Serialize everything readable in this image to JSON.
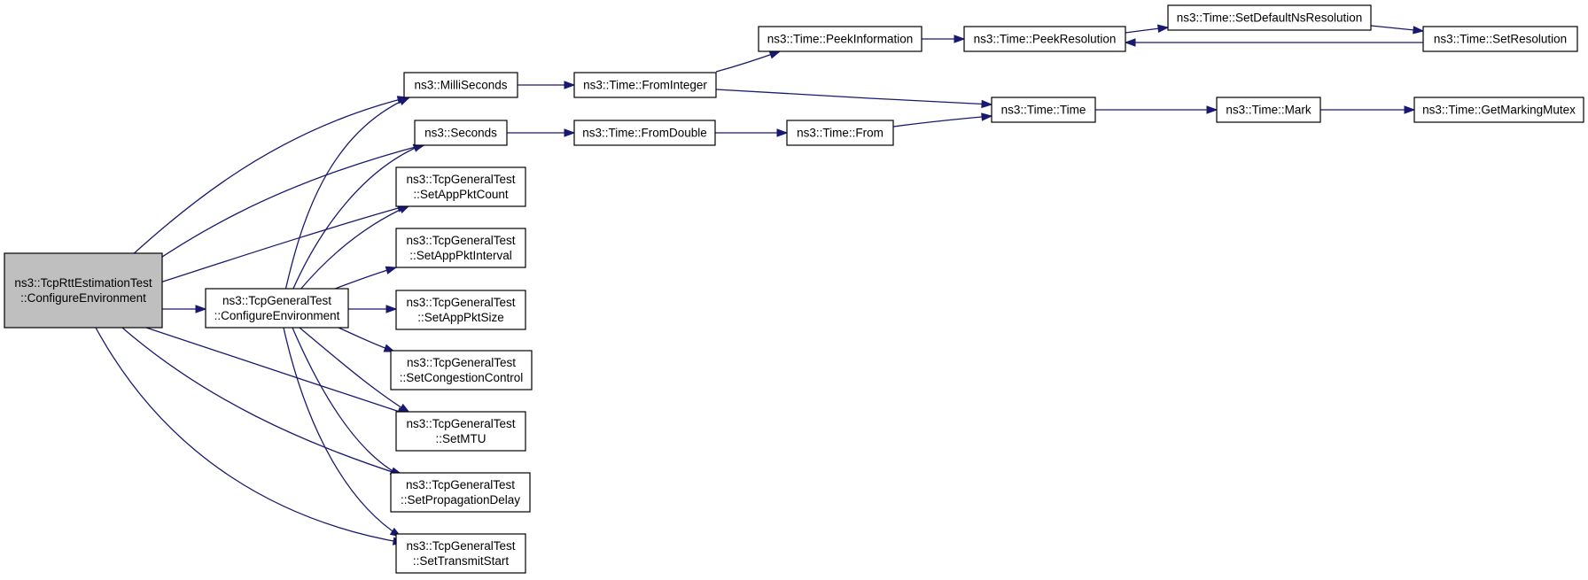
{
  "diagram": {
    "colors": {
      "edge": "#191970",
      "node_border": "#000000",
      "root_fill": "#bfbfbf",
      "node_fill": "#ffffff"
    },
    "nodes": [
      {
        "id": "root",
        "lines": [
          "ns3::TcpRttEstimationTest",
          "::ConfigureEnvironment"
        ],
        "root": true
      },
      {
        "id": "gtce",
        "lines": [
          "ns3::TcpGeneralTest",
          "::ConfigureEnvironment"
        ]
      },
      {
        "id": "milli",
        "lines": [
          "ns3::MilliSeconds"
        ]
      },
      {
        "id": "secs",
        "lines": [
          "ns3::Seconds"
        ]
      },
      {
        "id": "apc",
        "lines": [
          "ns3::TcpGeneralTest",
          "::SetAppPktCount"
        ]
      },
      {
        "id": "api",
        "lines": [
          "ns3::TcpGeneralTest",
          "::SetAppPktInterval"
        ]
      },
      {
        "id": "aps",
        "lines": [
          "ns3::TcpGeneralTest",
          "::SetAppPktSize"
        ]
      },
      {
        "id": "scc",
        "lines": [
          "ns3::TcpGeneralTest",
          "::SetCongestionControl"
        ]
      },
      {
        "id": "mtu",
        "lines": [
          "ns3::TcpGeneralTest",
          "::SetMTU"
        ]
      },
      {
        "id": "spd",
        "lines": [
          "ns3::TcpGeneralTest",
          "::SetPropagationDelay"
        ]
      },
      {
        "id": "sts",
        "lines": [
          "ns3::TcpGeneralTest",
          "::SetTransmitStart"
        ]
      },
      {
        "id": "fint",
        "lines": [
          "ns3::Time::FromInteger"
        ]
      },
      {
        "id": "fdbl",
        "lines": [
          "ns3::Time::FromDouble"
        ]
      },
      {
        "id": "pinfo",
        "lines": [
          "ns3::Time::PeekInformation"
        ]
      },
      {
        "id": "from",
        "lines": [
          "ns3::Time::From"
        ]
      },
      {
        "id": "pres",
        "lines": [
          "ns3::Time::PeekResolution"
        ]
      },
      {
        "id": "time",
        "lines": [
          "ns3::Time::Time"
        ]
      },
      {
        "id": "sdnr",
        "lines": [
          "ns3::Time::SetDefaultNsResolution"
        ]
      },
      {
        "id": "sres",
        "lines": [
          "ns3::Time::SetResolution"
        ]
      },
      {
        "id": "mark",
        "lines": [
          "ns3::Time::Mark"
        ]
      },
      {
        "id": "gmm",
        "lines": [
          "ns3::Time::GetMarkingMutex"
        ]
      }
    ],
    "edges": [
      [
        "root",
        "gtce"
      ],
      [
        "root",
        "milli"
      ],
      [
        "root",
        "secs"
      ],
      [
        "root",
        "apc"
      ],
      [
        "root",
        "mtu"
      ],
      [
        "root",
        "spd"
      ],
      [
        "root",
        "sts"
      ],
      [
        "gtce",
        "milli"
      ],
      [
        "gtce",
        "secs"
      ],
      [
        "gtce",
        "apc"
      ],
      [
        "gtce",
        "api"
      ],
      [
        "gtce",
        "aps"
      ],
      [
        "gtce",
        "scc"
      ],
      [
        "gtce",
        "mtu"
      ],
      [
        "gtce",
        "spd"
      ],
      [
        "gtce",
        "sts"
      ],
      [
        "milli",
        "fint"
      ],
      [
        "secs",
        "fdbl"
      ],
      [
        "fint",
        "pinfo"
      ],
      [
        "fint",
        "time"
      ],
      [
        "fdbl",
        "from"
      ],
      [
        "from",
        "time"
      ],
      [
        "pinfo",
        "pres"
      ],
      [
        "pres",
        "sdnr"
      ],
      [
        "sdnr",
        "sres"
      ],
      [
        "sres",
        "pres"
      ],
      [
        "time",
        "mark"
      ],
      [
        "mark",
        "gmm"
      ]
    ]
  }
}
